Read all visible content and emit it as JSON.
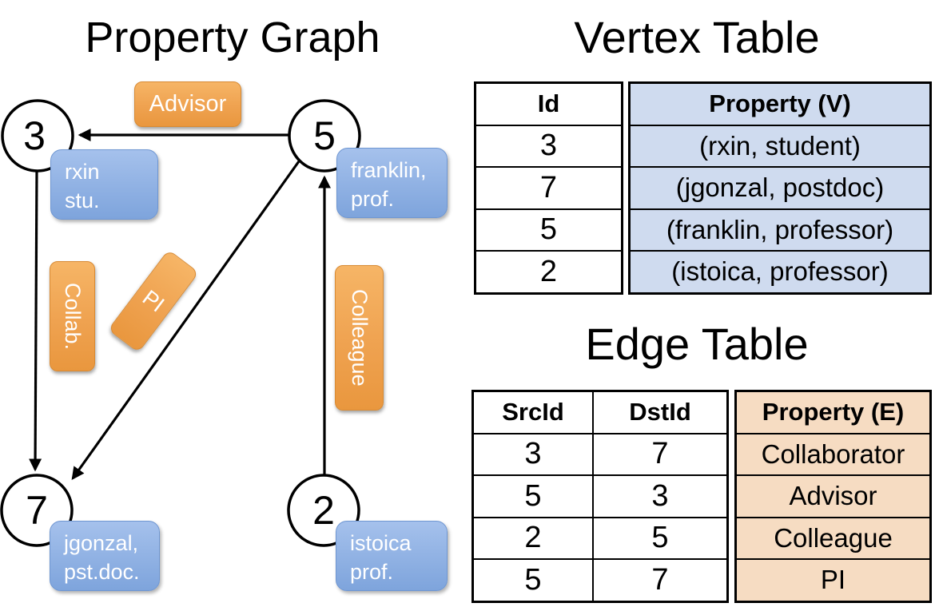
{
  "graph": {
    "title": "Property Graph",
    "nodes": {
      "n3": {
        "id": "3",
        "prop_line1": "rxin",
        "prop_line2": "stu."
      },
      "n5": {
        "id": "5",
        "prop_line1": "franklin,",
        "prop_line2": "prof."
      },
      "n7": {
        "id": "7",
        "prop_line1": "jgonzal,",
        "prop_line2": "pst.doc."
      },
      "n2": {
        "id": "2",
        "prop_line1": "istoica",
        "prop_line2": "prof."
      }
    },
    "edge_labels": {
      "advisor": "Advisor",
      "collab": "Collab.",
      "pi": "PI",
      "colleague": "Colleague"
    }
  },
  "vertex_table": {
    "title": "Vertex Table",
    "columns": {
      "id": "Id",
      "property": "Property (V)"
    },
    "rows": [
      {
        "id": "3",
        "property": "(rxin, student)"
      },
      {
        "id": "7",
        "property": "(jgonzal, postdoc)"
      },
      {
        "id": "5",
        "property": "(franklin, professor)"
      },
      {
        "id": "2",
        "property": "(istoica, professor)"
      }
    ]
  },
  "edge_table": {
    "title": "Edge Table",
    "columns": {
      "src": "SrcId",
      "dst": "DstId",
      "property": "Property (E)"
    },
    "rows": [
      {
        "src": "3",
        "dst": "7",
        "property": "Collaborator"
      },
      {
        "src": "5",
        "dst": "3",
        "property": "Advisor"
      },
      {
        "src": "2",
        "dst": "5",
        "property": "Colleague"
      },
      {
        "src": "5",
        "dst": "7",
        "property": "PI"
      }
    ]
  },
  "colors": {
    "edge_label_orange": "#efa250",
    "vertex_box_blue": "#8fb0e2",
    "vertex_table_fill": "#cfdbef",
    "edge_table_fill": "#f6dcc2",
    "line_black": "#000000"
  }
}
